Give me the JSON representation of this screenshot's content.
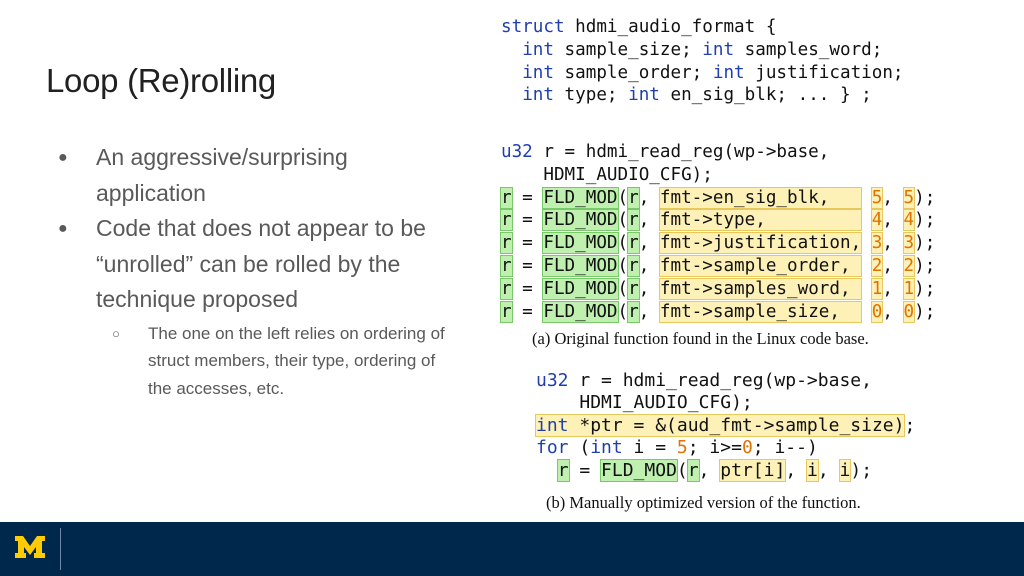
{
  "slide": {
    "title": "Loop (Re)rolling",
    "bullets": [
      {
        "text": "An aggressive/surprising application"
      },
      {
        "text": "Code that does not appear to be “unrolled” can be rolled by the technique proposed"
      }
    ],
    "sub_bullets": [
      {
        "text": "The one on the left relies on ordering of struct members, their type, ordering of the accesses, etc."
      }
    ]
  },
  "figure": {
    "struct": {
      "kw_struct": "struct",
      "name": " hdmi_audio_format {",
      "kw_int": "int",
      "l1a": " sample_size; ",
      "l1b": " samples_word;",
      "l2a": " sample_order; ",
      "l2b": " justification;",
      "l3a": " type; ",
      "l3b": " en_sig_blk; ... } ;"
    },
    "orig": {
      "kw_u32": "u32",
      "decl1": " r = hdmi_read_reg(wp->base,",
      "decl2": "HDMI_AUDIO_CFG);",
      "r": "r",
      "eq": " = ",
      "fld": "FLD_MOD",
      "paren": "(",
      "comma": ", ",
      "close": ");",
      "rows": [
        {
          "field": "fmt->en_sig_blk,   ",
          "a": "5",
          "b": "5"
        },
        {
          "field": "fmt->type,         ",
          "a": "4",
          "b": "4"
        },
        {
          "field": "fmt->justification,",
          "a": "3",
          "b": "3"
        },
        {
          "field": "fmt->sample_order, ",
          "a": "2",
          "b": "2"
        },
        {
          "field": "fmt->samples_word, ",
          "a": "1",
          "b": "1"
        },
        {
          "field": "fmt->sample_size,  ",
          "a": "0",
          "b": "0"
        }
      ]
    },
    "caption_a": "(a) Original function found in the Linux code base.",
    "opt": {
      "kw_u32": "u32",
      "decl1": " r = hdmi_read_reg(wp->base,",
      "decl2": "HDMI_AUDIO_CFG);",
      "kw_int": "int",
      "ptr_decl": " *ptr = &(aud_fmt->sample_size)",
      "ptr_end": ";",
      "kw_for": "for",
      "for_open": " (",
      "for_int": "int",
      "for_i": " i = ",
      "five": "5",
      "for_mid": "; i>=",
      "zero": "0",
      "for_end": "; i--)",
      "r": "r",
      "eq": " = ",
      "fld": "FLD_MOD",
      "paren": "(",
      "ptri": "ptr[i]",
      "i1": "i",
      "i2": "i",
      "comma": ", ",
      "close": ");"
    },
    "caption_b": "(b) Manually optimized version of the function."
  },
  "footer": {
    "logo_color": "#ffcb05",
    "bar_color": "#00274c"
  }
}
